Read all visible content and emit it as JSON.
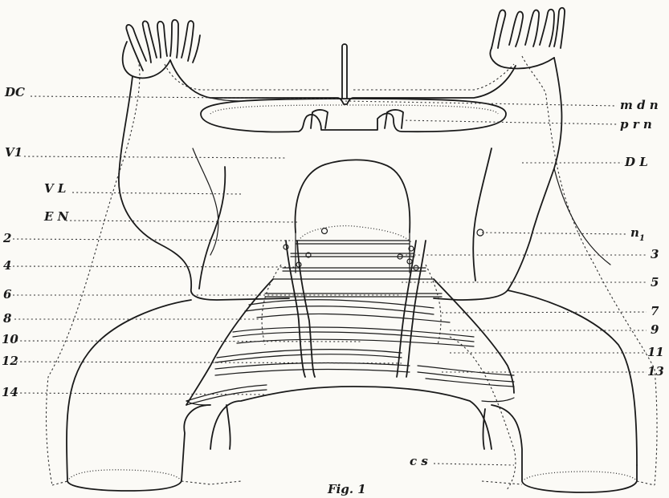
{
  "figure": {
    "caption": "Fig. 1"
  },
  "labels_left": {
    "DC": "DC",
    "V1": "V1",
    "VL": "V L",
    "EN": "E N",
    "n2": "2",
    "n4": "4",
    "n6": "6",
    "n8": "8",
    "n10": "10",
    "n12": "12",
    "n14": "14"
  },
  "labels_right": {
    "mdn": "m d n",
    "prn": "p r n",
    "DL": "D L",
    "n1_main": "n",
    "n1_sub": "1",
    "n3": "3",
    "n5": "5",
    "n7": "7",
    "n9": "9",
    "n11": "11",
    "n13": "13",
    "cs": "c s"
  }
}
